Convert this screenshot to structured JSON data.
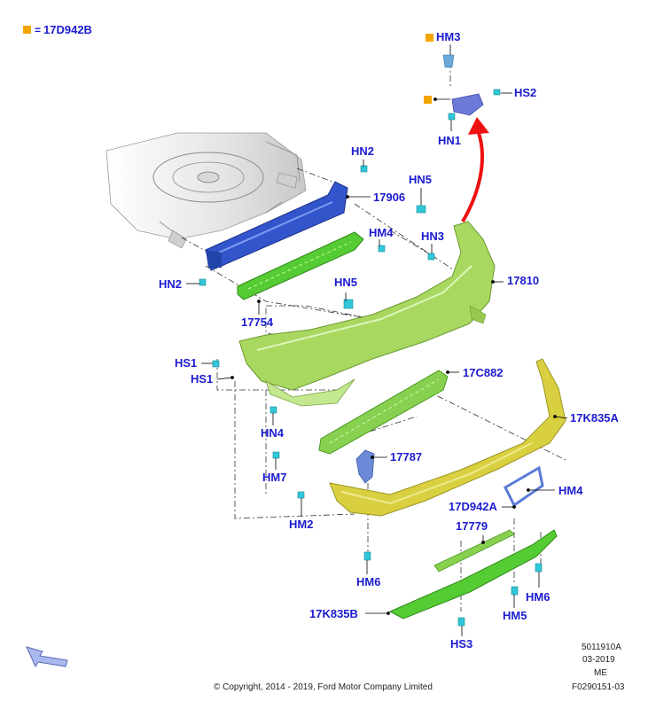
{
  "legend": {
    "equals": "=",
    "code": "17D942B"
  },
  "labels": {
    "hm3": "HM3",
    "hs2": "HS2",
    "hn1": "HN1",
    "hn2_top": "HN2",
    "p17906": "17906",
    "hn5_top": "HN5",
    "hn3": "HN3",
    "hm4_top": "HM4",
    "hn2_left": "HN2",
    "p17810": "17810",
    "hn5_mid": "HN5",
    "p17754": "17754",
    "hs1_a": "HS1",
    "hs1_b": "HS1",
    "p17c882": "17C882",
    "p17k835a": "17K835A",
    "hn4": "HN4",
    "p17787": "17787",
    "hm7": "HM7",
    "hm4_right": "HM4",
    "p17d942a": "17D942A",
    "hm2": "HM2",
    "p17779": "17779",
    "hm6_left": "HM6",
    "hm6_right": "HM6",
    "p17k835b": "17K835B",
    "hm5": "HM5",
    "hs3": "HS3"
  },
  "footer": {
    "copyright": "© Copyright, 2014 - 2019, Ford Motor Company Limited",
    "ref1": "5011910A",
    "ref2": "03-2019",
    "ref3": "ME",
    "ref4": "F0290151-03"
  },
  "colors": {
    "label": "#1b1bd0",
    "marker": "#f5a500",
    "bumper_green": "#a8d860",
    "beam_blue": "#3355cc",
    "absorber_green": "#55cc33",
    "valance_yellow": "#d8d040",
    "arrow_red": "#ee1111"
  },
  "icons": {
    "view_arrow": "view-direction-arrow-icon"
  }
}
